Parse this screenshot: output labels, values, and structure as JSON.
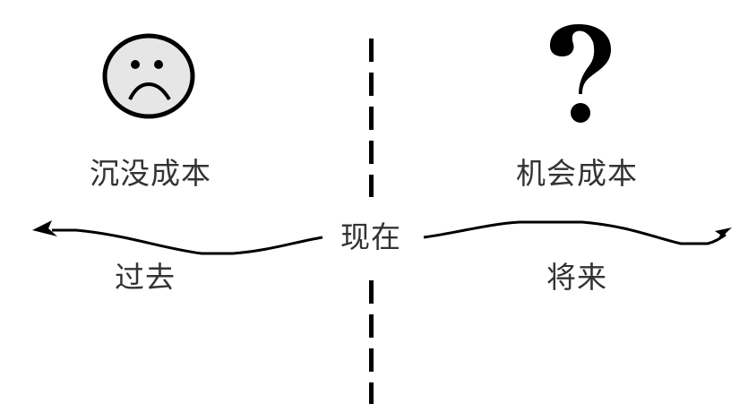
{
  "diagram": {
    "past_side": {
      "icon": "sad-face-icon",
      "cost_label": "沉没成本",
      "time_label": "过去"
    },
    "present": {
      "label": "现在"
    },
    "future_side": {
      "icon": "question-mark-icon",
      "cost_label": "机会成本",
      "time_label": "将来"
    },
    "colors": {
      "text": "#333333",
      "line": "#000000",
      "face_fill": "#e6e6e6"
    }
  }
}
